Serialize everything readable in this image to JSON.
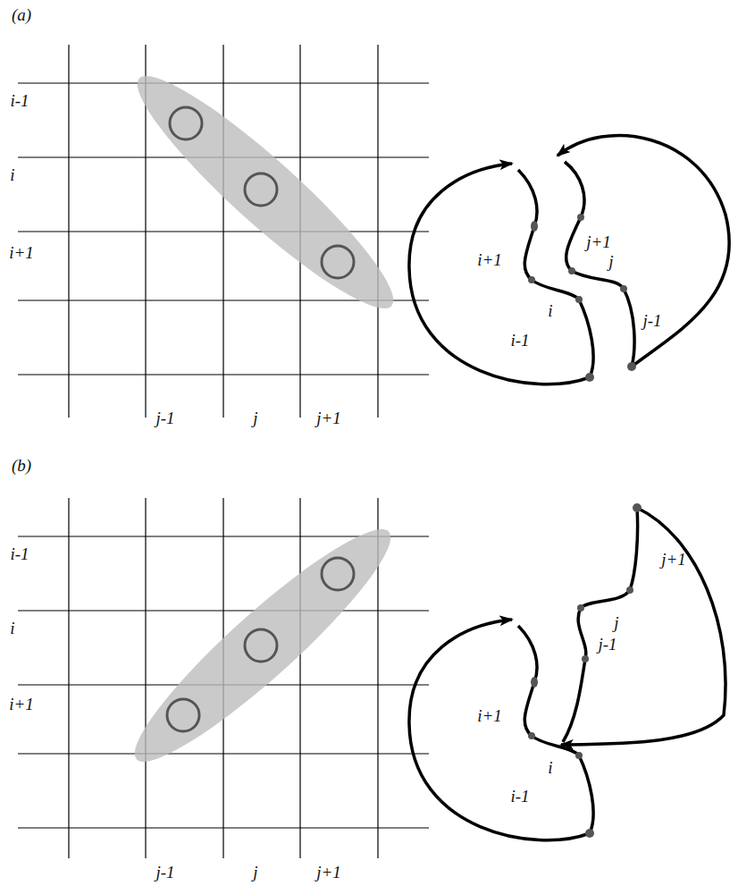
{
  "diagram": {
    "labels": [
      "(a)",
      "i-1",
      "i",
      "i+1",
      "j-1",
      "j",
      "j+1",
      "i+1",
      "i",
      "i-1",
      "j+1",
      "j",
      "j-1",
      "(b)",
      "i-1",
      "i",
      "i+1",
      "j-1",
      "j",
      "j+1",
      "i+1",
      "i",
      "i-1",
      "j+1",
      "j",
      "j-1"
    ]
  }
}
